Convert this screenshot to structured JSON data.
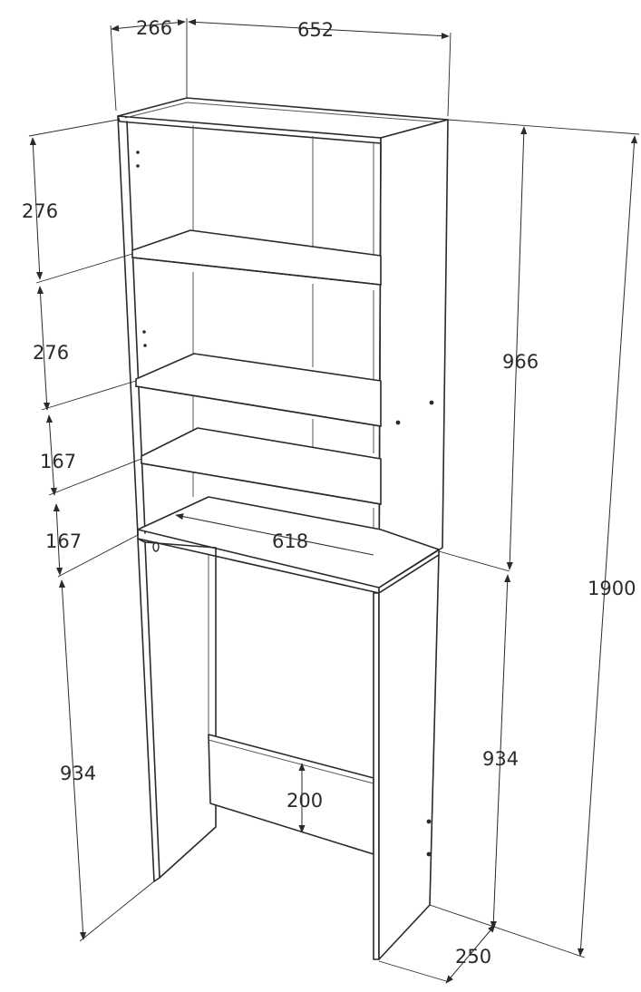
{
  "dimensions": {
    "depth_top": "266",
    "width_top": "652",
    "shelf_1": "276",
    "shelf_2": "276",
    "shelf_3": "167",
    "shelf_4": "167",
    "inner_width": "618",
    "upper_height": "966",
    "lower_height_left": "934",
    "lower_height_right": "934",
    "total_height": "1900",
    "rail_height": "200",
    "depth_bottom": "250"
  },
  "colors": {
    "line": "#2a2a2a",
    "background": "#ffffff"
  }
}
